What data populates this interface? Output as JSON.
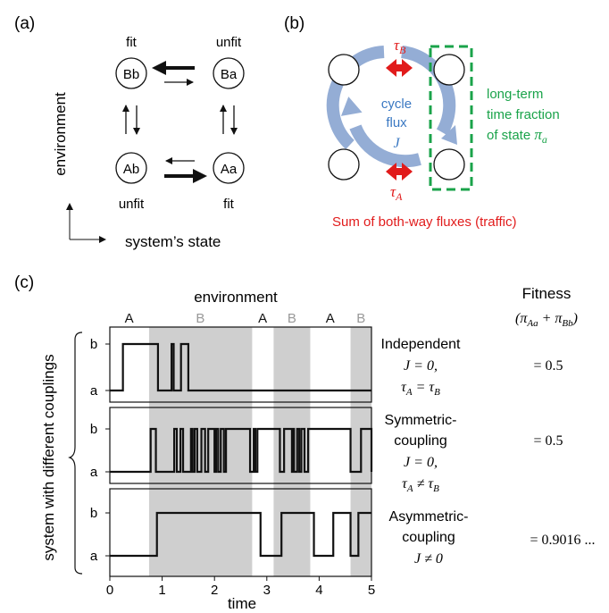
{
  "panel_a": {
    "label": "(a)",
    "states": [
      {
        "id": "Bb",
        "caption": "fit"
      },
      {
        "id": "Ba",
        "caption": "unfit"
      },
      {
        "id": "Ab",
        "caption": "unfit"
      },
      {
        "id": "Aa",
        "caption": "fit"
      }
    ],
    "axis_y": "environment",
    "axis_x": "system’s state"
  },
  "panel_b": {
    "label": "(b)",
    "tau_b": "τ",
    "tau_b_sub": "B",
    "tau_a": "τ",
    "tau_a_sub": "A",
    "cycle_lines": [
      "cycle",
      "flux"
    ],
    "J": "J",
    "green_lines": [
      "long-term",
      "time fraction",
      "of state "
    ],
    "green_pi": "π",
    "green_pi_sub": "a",
    "red_caption": "Sum of both-way fluxes (traffic)",
    "colors": {
      "blue": "#3a78c2",
      "arrow": "#8fa9d2",
      "red": "#e11b1b",
      "green": "#1aa34a"
    }
  },
  "panel_c": {
    "label": "(c)",
    "env_title": "environment",
    "env_labels": [
      "A",
      "B",
      "A",
      "B",
      "A",
      "B"
    ],
    "y_axis_label": "system with different couplings",
    "xlabel": "time",
    "fitness_title": "Fitness",
    "fitness_formula": "(π",
    "fitness_sub1": "Aa",
    "fitness_plus": " + π",
    "fitness_sub2": "Bb",
    "fitness_close": ")",
    "rows": [
      {
        "title": "Independent",
        "line1": "J = 0,",
        "line2_tau1": "A",
        "line2_op": " = ",
        "line2_tau2": "B",
        "fitness": "= 0.5"
      },
      {
        "title": "Symmetric-",
        "title2": "coupling",
        "line1": "J = 0,",
        "line2_tau1": "A",
        "line2_op": " ≠ ",
        "line2_tau2": "B",
        "fitness": "= 0.5"
      },
      {
        "title": "Asymmetric-",
        "title2": "coupling",
        "line1": "J ≠ 0",
        "fitness": "= 0.9016 ..."
      }
    ]
  },
  "chart_data": {
    "type": "line",
    "xlabel": "time",
    "x_ticks": [
      "0",
      "1",
      "2",
      "3",
      "4",
      "5"
    ],
    "xlim": [
      0,
      5
    ],
    "y_ticks": [
      "a",
      "b"
    ],
    "environment_B_intervals": [
      [
        0.75,
        2.72
      ],
      [
        3.13,
        3.83
      ],
      [
        4.6,
        5.0
      ]
    ],
    "series": [
      {
        "name": "Independent",
        "t": [
          0,
          0.25,
          0.92,
          1.18,
          1.22,
          1.36,
          1.5,
          2.8,
          5.0
        ],
        "v": [
          "a",
          "b",
          "a",
          "b",
          "a",
          "b",
          "a",
          "a",
          "a"
        ]
      },
      {
        "name": "Symmetric-coupling",
        "t": [
          0,
          0.78,
          0.88,
          1.23,
          1.28,
          1.35,
          1.4,
          1.55,
          1.58,
          1.62,
          1.67,
          1.75,
          1.82,
          1.88,
          2.0,
          2.03,
          2.07,
          2.12,
          2.18,
          2.22,
          2.68,
          2.75,
          2.78,
          2.82,
          3.25,
          3.33,
          3.48,
          3.5,
          3.52,
          3.58,
          3.62,
          3.66,
          3.72,
          3.79,
          4.6,
          4.8,
          5.0
        ],
        "v": [
          "a",
          "b",
          "a",
          "b",
          "a",
          "b",
          "a",
          "b",
          "a",
          "b",
          "a",
          "b",
          "a",
          "b",
          "a",
          "b",
          "a",
          "b",
          "a",
          "b",
          "a",
          "b",
          "a",
          "b",
          "a",
          "b",
          "a",
          "b",
          "a",
          "b",
          "a",
          "b",
          "a",
          "b",
          "a",
          "b",
          "a"
        ]
      },
      {
        "name": "Asymmetric-coupling",
        "t": [
          0,
          0.9,
          2.88,
          3.28,
          3.9,
          4.27,
          4.6,
          4.75,
          4.92,
          5.0
        ],
        "v": [
          "a",
          "b",
          "a",
          "b",
          "a",
          "b",
          "a",
          "b",
          "b",
          "b"
        ]
      }
    ]
  }
}
